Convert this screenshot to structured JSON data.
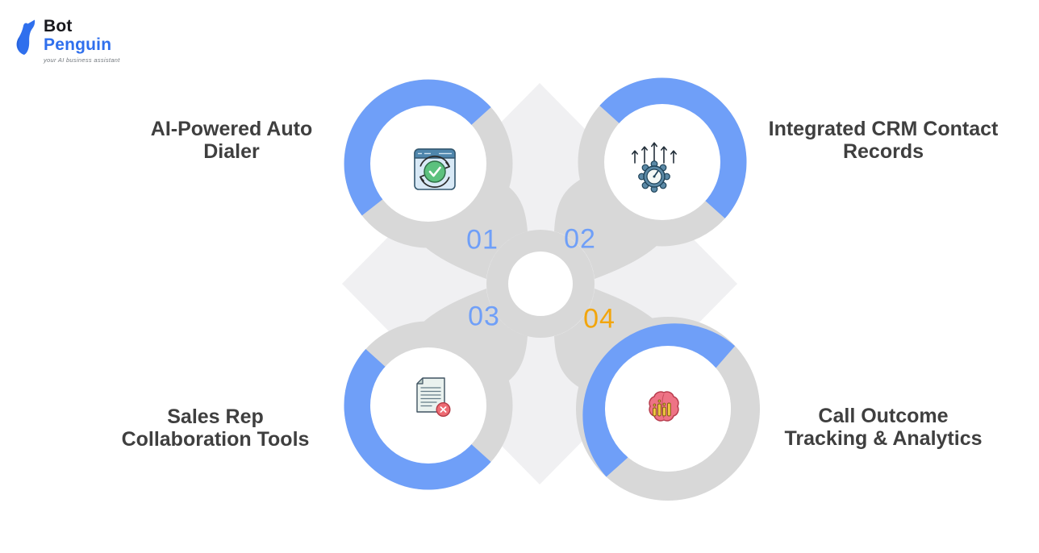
{
  "logo": {
    "brand_bot": "Bot",
    "brand_penguin": "Penguin",
    "tagline": "your AI business assistant"
  },
  "diagram": {
    "steps": [
      {
        "number": "01",
        "title_line1": "AI-Powered Auto",
        "title_line2": "Dialer",
        "icon": "browser-sync-check-icon",
        "number_color": "#6F9FF8"
      },
      {
        "number": "02",
        "title_line1": "Integrated CRM Contact",
        "title_line2": "Records",
        "icon": "gear-clock-up-arrows-icon",
        "number_color": "#6F9FF8"
      },
      {
        "number": "03",
        "title_line1": "Sales Rep",
        "title_line2": "Collaboration Tools",
        "icon": "document-error-icon",
        "number_color": "#6F9FF8"
      },
      {
        "number": "04",
        "title_line1": "Call Outcome",
        "title_line2": "Tracking & Analytics",
        "icon": "brain-analytics-icon",
        "number_color": "#F2A50C"
      }
    ]
  },
  "colors": {
    "accent_blue": "#6F9FF8",
    "accent_orange": "#F2A50C",
    "ring_gray": "#D8D8D8",
    "diamond_light_gray": "#F0F0F2",
    "label_text": "#3F3F3F",
    "brand_blue": "#2F6FED",
    "brand_black": "#17171C"
  }
}
